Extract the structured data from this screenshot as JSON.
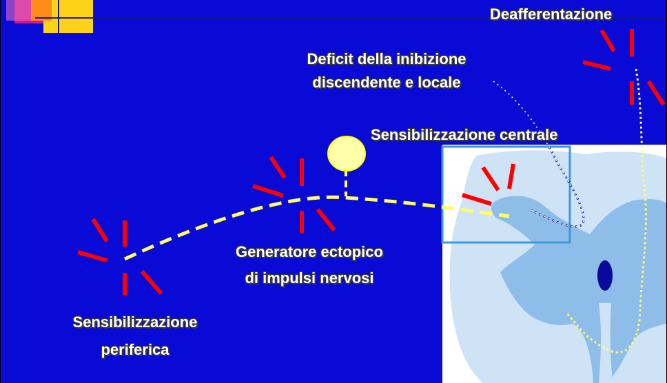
{
  "labels": {
    "deafferentazione": "Deafferentazione",
    "deficit_line1": "Deficit della inibizione",
    "deficit_line2": "discendente e locale",
    "sensibilizzazione_centrale": "Sensibilizzazione centrale",
    "generatore_line1": "Generatore ectopico",
    "generatore_line2": "di impulsi nervosi",
    "periferica_line1": "Sensibilizzazione",
    "periferica_line2": "periferica"
  },
  "colors": {
    "background": "#0a0ad6",
    "spark_red": "#ff0000",
    "nerve_yellow": "#ffff66",
    "cell_body": "#ffffaa",
    "inhibition_dots": "#1a1aa0",
    "spinal_tissue": "#a9cdf0",
    "highlight_box": "#3a9ad9",
    "logo_orange": "#ff8c1a",
    "logo_yellow": "#ffd21a",
    "logo_magenta": "#d21a8c"
  },
  "icons": [
    "pain-spark-icon",
    "neuron-cell-body-icon",
    "spinal-cord-section"
  ]
}
